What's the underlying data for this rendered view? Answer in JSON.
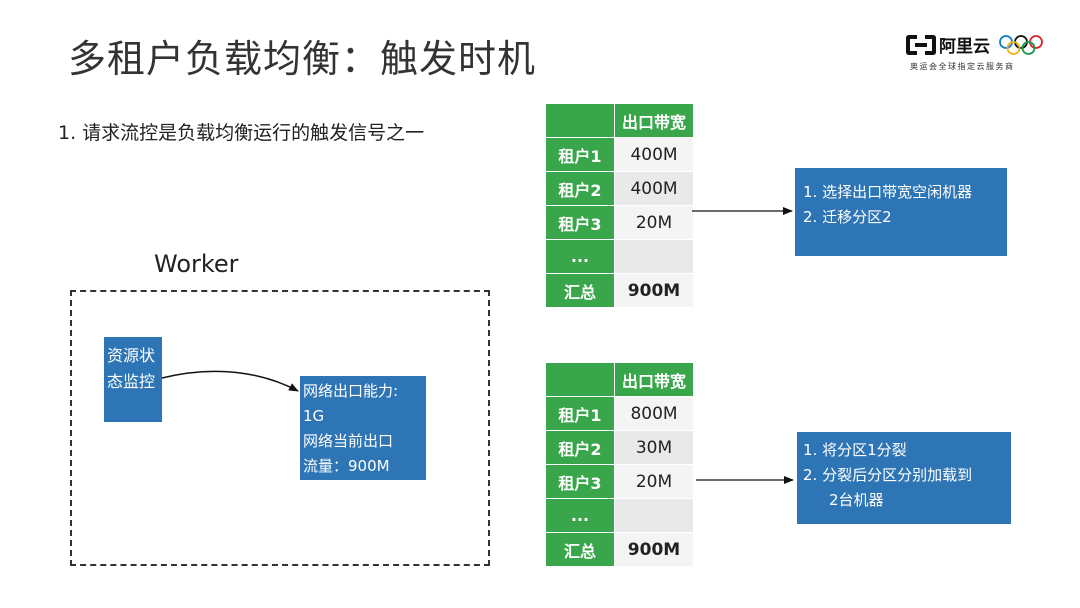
{
  "slide": {
    "title": "多租户负载均衡：触发时机",
    "subtitle": "1. 请求流控是负载均衡运行的触发信号之一"
  },
  "logo": {
    "name": "阿里云",
    "tagline": "奥运会全球指定云服务商"
  },
  "worker": {
    "label": "Worker",
    "monitor_lines": [
      "资源状",
      "态监控"
    ],
    "capacity_lines": [
      "网络出口能力:",
      "1G",
      "网络当前出口",
      "流量：900M"
    ]
  },
  "tables": [
    {
      "column_header": "出口带宽",
      "rows": [
        {
          "tenant": "租户1",
          "bandwidth": "400M"
        },
        {
          "tenant": "租户2",
          "bandwidth": "400M"
        },
        {
          "tenant": "租户3",
          "bandwidth": "20M"
        },
        {
          "tenant": "...",
          "bandwidth": ""
        }
      ],
      "total_label": "汇总",
      "total_value": "900M",
      "actions": [
        "1. 选择出口带宽空闲机器",
        "2. 迁移分区2"
      ]
    },
    {
      "column_header": "出口带宽",
      "rows": [
        {
          "tenant": "租户1",
          "bandwidth": "800M"
        },
        {
          "tenant": "租户2",
          "bandwidth": "30M"
        },
        {
          "tenant": "租户3",
          "bandwidth": "20M"
        },
        {
          "tenant": "...",
          "bandwidth": ""
        }
      ],
      "total_label": "汇总",
      "total_value": "900M",
      "actions": [
        "1. 将分区1分裂",
        "2. 分裂后分区分别加载到",
        "2台机器"
      ]
    }
  ],
  "colors": {
    "header_green": "#3aa64c",
    "box_blue": "#2e75b6",
    "cell_gray": "#e9e9e9"
  },
  "icons": [
    "aliyun-logo-icon",
    "olympic-rings-icon",
    "arrow-right-icon"
  ]
}
